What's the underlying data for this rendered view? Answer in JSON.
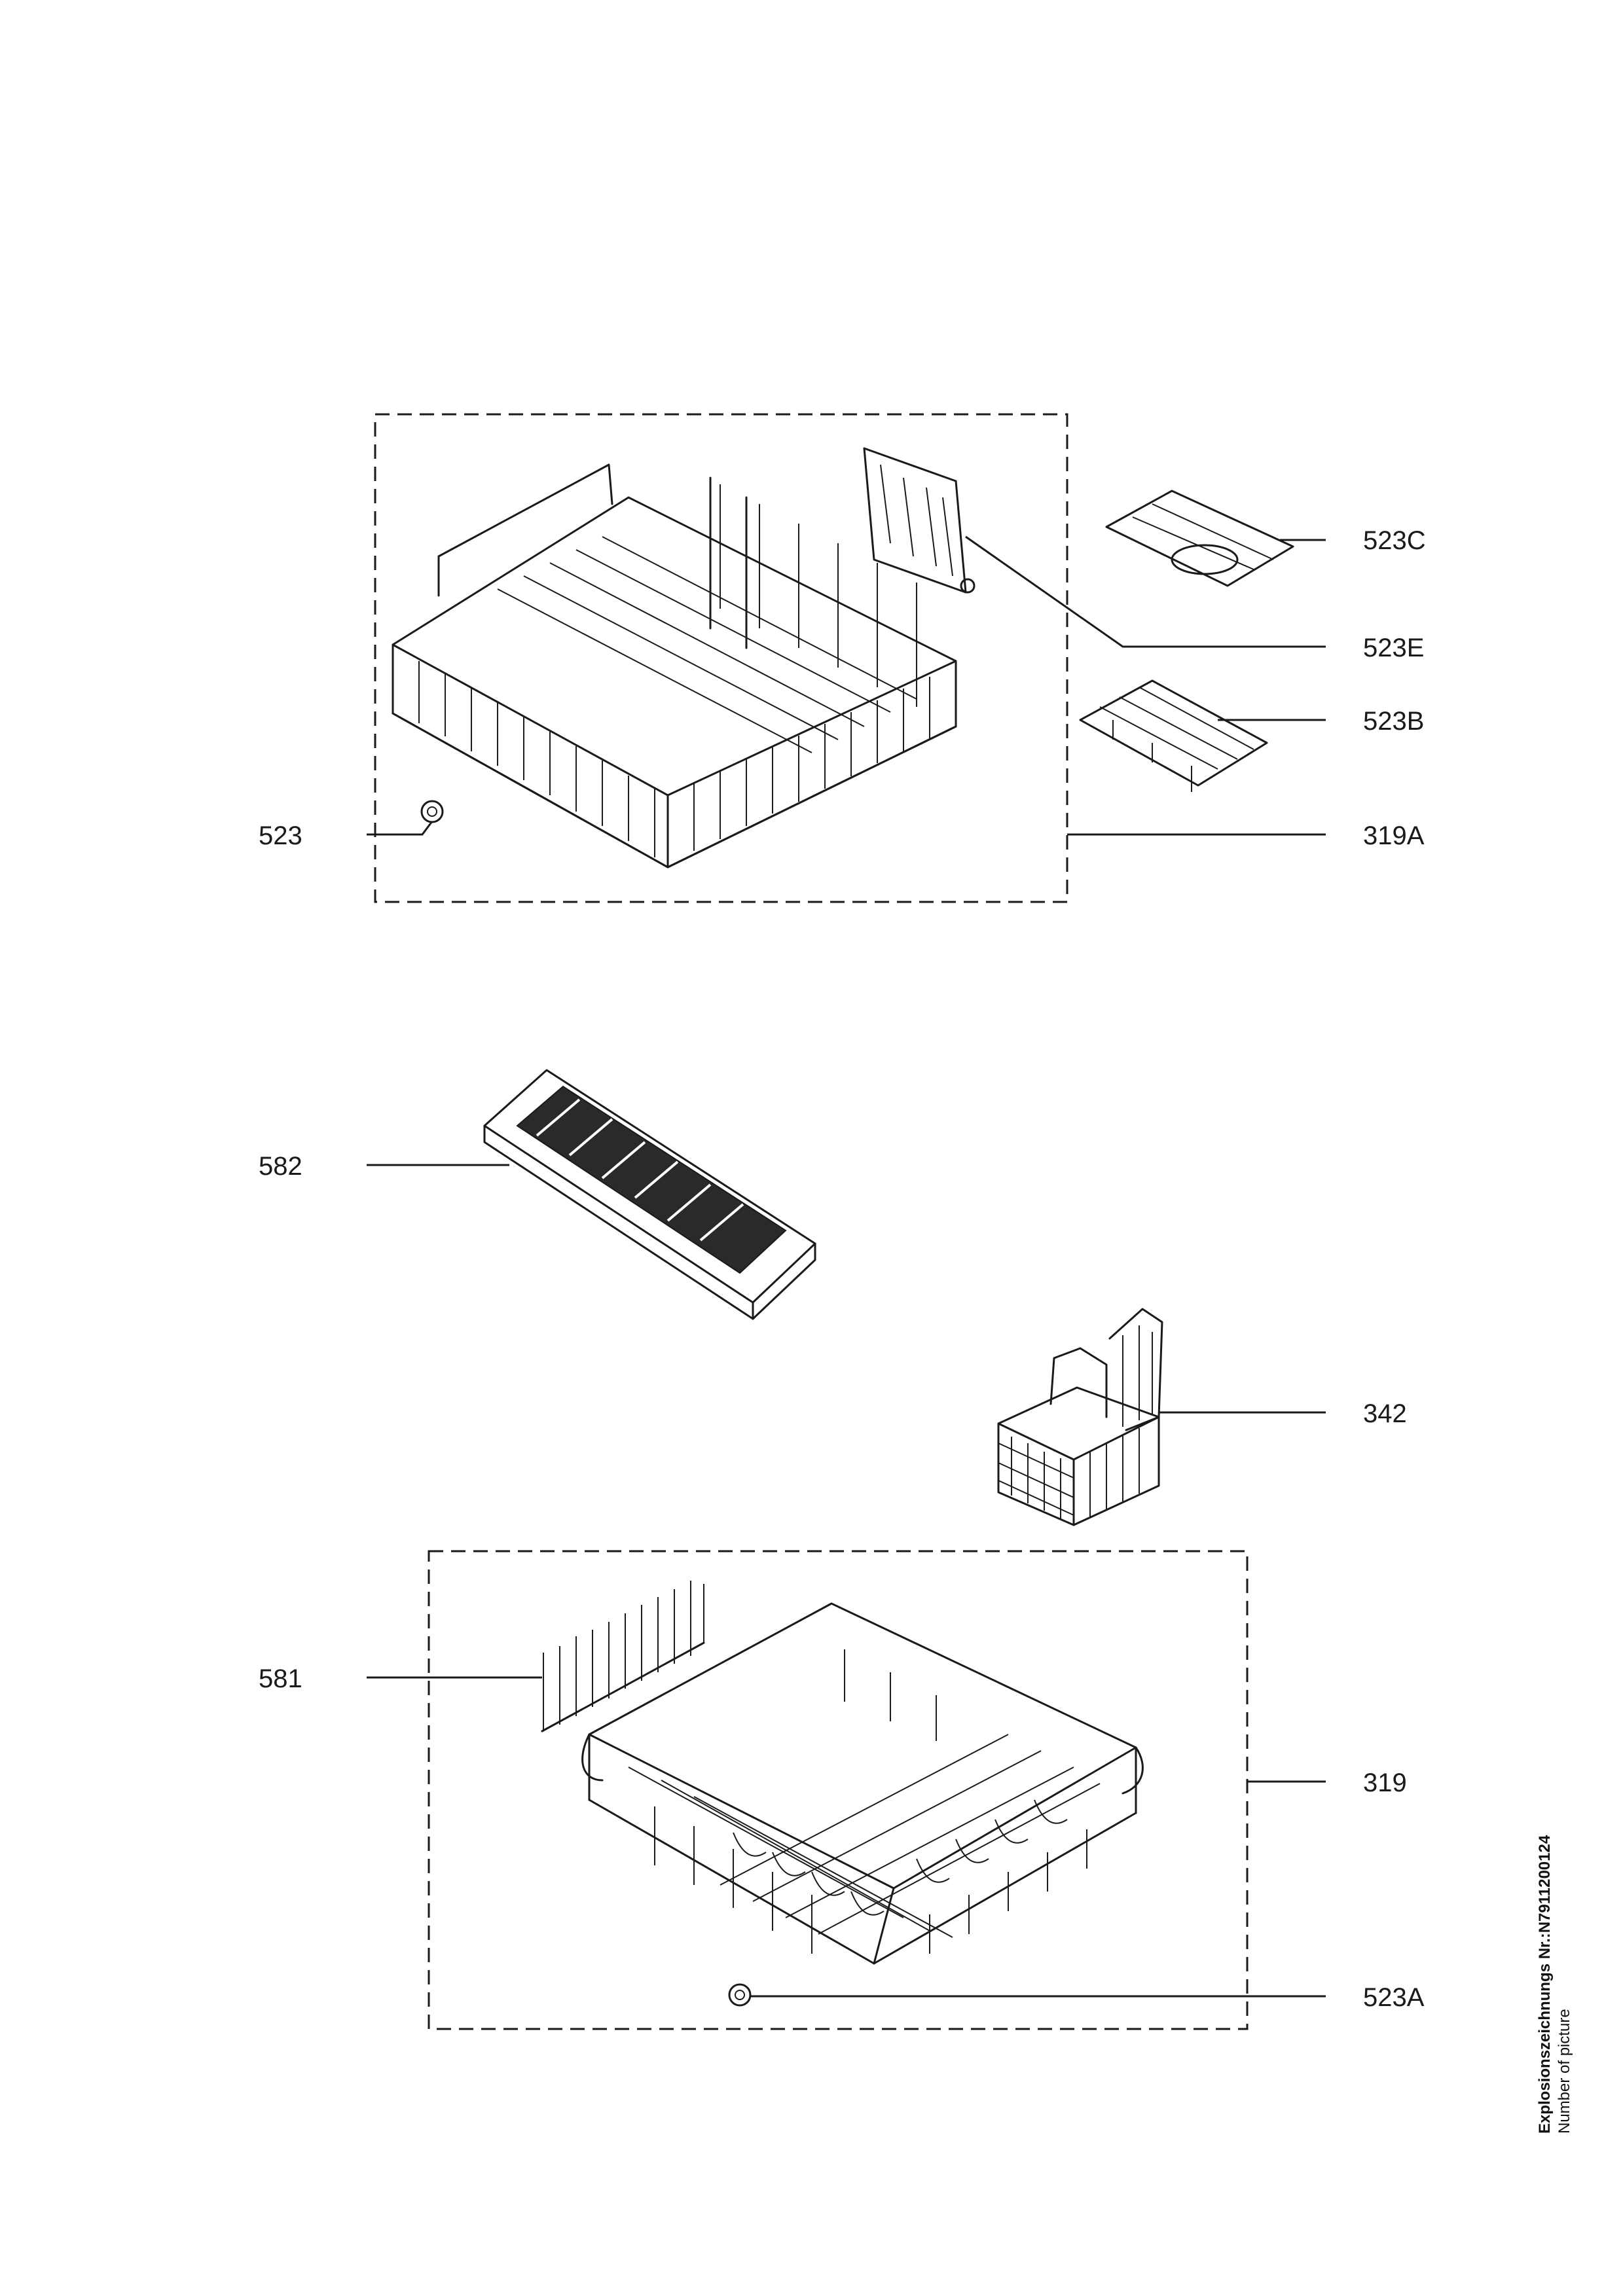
{
  "labels": {
    "p523C": "523C",
    "p523E": "523E",
    "p523B": "523B",
    "p523": "523",
    "p319A": "319A",
    "p582": "582",
    "p342": "342",
    "p581": "581",
    "p319": "319",
    "p523A": "523A"
  },
  "footer": {
    "line1": "Explosionszeichnungs Nr.:N7911200124",
    "line2": "Number of picture"
  }
}
